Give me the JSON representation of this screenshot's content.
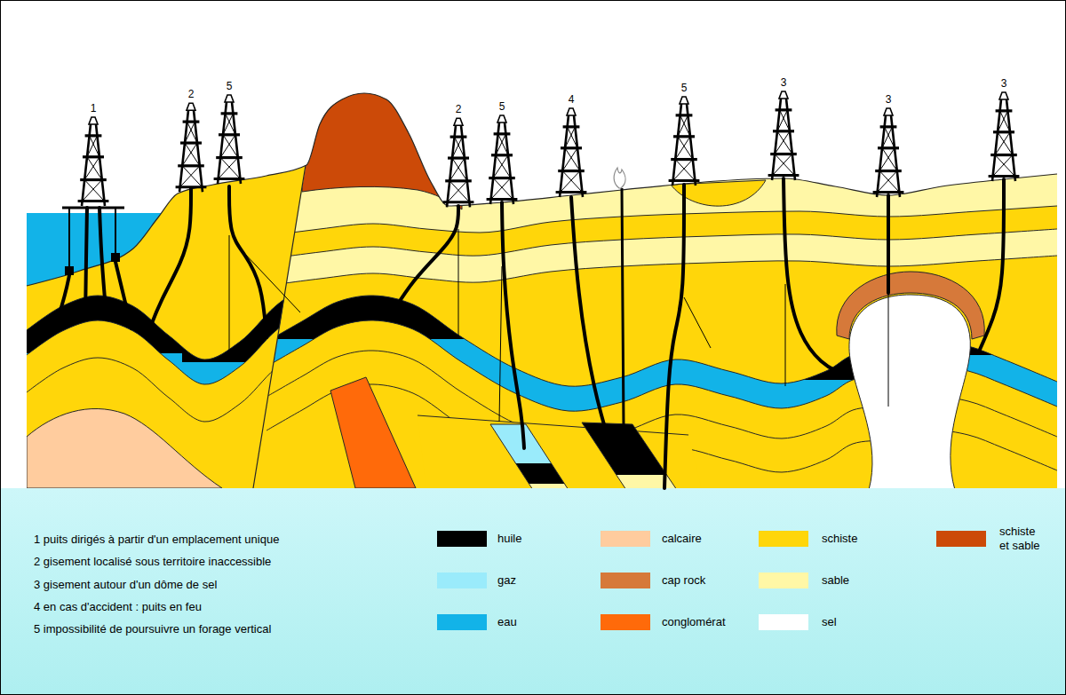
{
  "diagram": {
    "labels": [
      "1",
      "2",
      "5",
      "2",
      "5",
      "4",
      "5",
      "3",
      "3",
      "3",
      "1 puits dirigés à partir d'un emplacement unique",
      "2 gisement localisé sous territoire inaccessible",
      "3 gisement autour d'un dôme de sel",
      "4 en cas d'accident : puits en feu",
      "5 impossibilité de poursuivre un forage vertical"
    ],
    "legend": [
      {
        "text": "huile",
        "color": "#000000"
      },
      {
        "text": "gaz",
        "color": "#9aebfb"
      },
      {
        "text": "eau",
        "color": "#12b3e8"
      },
      {
        "text": "calcaire",
        "color": "#ffcc9e"
      },
      {
        "text": "cap rock",
        "color": "#d6793a"
      },
      {
        "text": "conglomérat",
        "color": "#ff6a0a"
      },
      {
        "text": "schiste",
        "color": "#ffd60a"
      },
      {
        "text": "sable",
        "color": "#fff7a6"
      },
      {
        "text": "sel",
        "color": "#ffffff"
      },
      {
        "text": "schiste et sable",
        "color": "#cc4a08"
      }
    ]
  }
}
